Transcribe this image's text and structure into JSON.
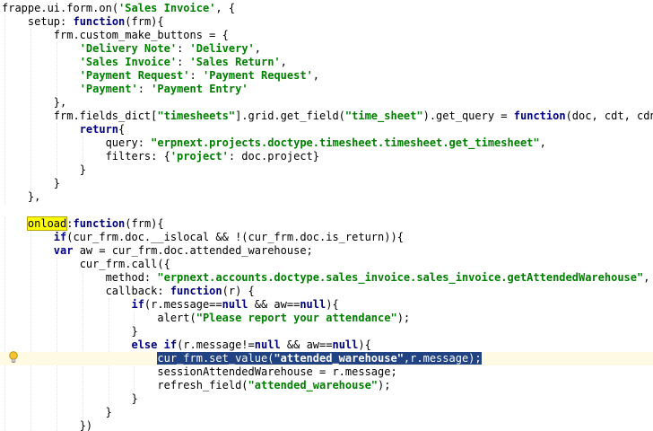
{
  "editor": {
    "indent_unit": 4,
    "current_line": 26,
    "intention_icon": "lightbulb-icon",
    "colors": {
      "keyword": "#000080",
      "string": "#008000",
      "selection": "#214283",
      "search_highlight": "#ffff00",
      "current_line": "#fffae3"
    },
    "lines": [
      {
        "indent": 0,
        "tokens": [
          {
            "t": "frappe.ui.form.on("
          },
          {
            "t": "'Sales Invoice'",
            "k": "str"
          },
          {
            "t": ", {"
          }
        ]
      },
      {
        "indent": 1,
        "tokens": [
          {
            "t": "setup: "
          },
          {
            "t": "function",
            "k": "kw"
          },
          {
            "t": "(frm){"
          }
        ]
      },
      {
        "indent": 2,
        "tokens": [
          {
            "t": "frm.custom_make_buttons = {"
          }
        ]
      },
      {
        "indent": 3,
        "tokens": [
          {
            "t": "'Delivery Note'",
            "k": "str"
          },
          {
            "t": ": "
          },
          {
            "t": "'Delivery'",
            "k": "str"
          },
          {
            "t": ","
          }
        ]
      },
      {
        "indent": 3,
        "tokens": [
          {
            "t": "'Sales Invoice'",
            "k": "str"
          },
          {
            "t": ": "
          },
          {
            "t": "'Sales Return'",
            "k": "str"
          },
          {
            "t": ","
          }
        ]
      },
      {
        "indent": 3,
        "tokens": [
          {
            "t": "'Payment Request'",
            "k": "str"
          },
          {
            "t": ": "
          },
          {
            "t": "'Payment Request'",
            "k": "str"
          },
          {
            "t": ","
          }
        ]
      },
      {
        "indent": 3,
        "tokens": [
          {
            "t": "'Payment'",
            "k": "str"
          },
          {
            "t": ": "
          },
          {
            "t": "'Payment Entry'",
            "k": "str"
          }
        ]
      },
      {
        "indent": 2,
        "tokens": [
          {
            "t": "},"
          }
        ]
      },
      {
        "indent": 2,
        "tokens": [
          {
            "t": "frm.fields_dict["
          },
          {
            "t": "\"timesheets\"",
            "k": "str"
          },
          {
            "t": "].grid.get_field("
          },
          {
            "t": "\"time_sheet\"",
            "k": "str"
          },
          {
            "t": ").get_query = "
          },
          {
            "t": "function",
            "k": "kw"
          },
          {
            "t": "(doc, cdt, cdn){"
          }
        ]
      },
      {
        "indent": 3,
        "tokens": [
          {
            "t": "return",
            "k": "kw"
          },
          {
            "t": "{"
          }
        ]
      },
      {
        "indent": 4,
        "tokens": [
          {
            "t": "query: "
          },
          {
            "t": "\"erpnext.projects.doctype.timesheet.timesheet.get_timesheet\"",
            "k": "str"
          },
          {
            "t": ","
          }
        ]
      },
      {
        "indent": 4,
        "tokens": [
          {
            "t": "filters: {"
          },
          {
            "t": "'project'",
            "k": "str"
          },
          {
            "t": ": doc.project}"
          }
        ]
      },
      {
        "indent": 3,
        "tokens": [
          {
            "t": "}"
          }
        ]
      },
      {
        "indent": 2,
        "tokens": [
          {
            "t": "}"
          }
        ]
      },
      {
        "indent": 1,
        "tokens": [
          {
            "t": "},"
          }
        ]
      },
      {
        "indent": 0,
        "tokens": []
      },
      {
        "indent": 1,
        "tokens": [
          {
            "t": "onload",
            "k": "hl"
          },
          {
            "t": ":"
          },
          {
            "t": "function",
            "k": "kw"
          },
          {
            "t": "(frm){"
          }
        ]
      },
      {
        "indent": 2,
        "tokens": [
          {
            "t": "if",
            "k": "kw"
          },
          {
            "t": "(cur_frm.doc.__islocal && !(cur_frm.doc.is_return)){"
          }
        ]
      },
      {
        "indent": 2,
        "tokens": [
          {
            "t": "var",
            "k": "kw"
          },
          {
            "t": " aw = cur_frm.doc.attended_warehouse;"
          }
        ]
      },
      {
        "indent": 3,
        "tokens": [
          {
            "t": "cur_frm.call({"
          }
        ]
      },
      {
        "indent": 4,
        "tokens": [
          {
            "t": "method: "
          },
          {
            "t": "\"erpnext.accounts.doctype.sales_invoice.sales_invoice.getAttendedWarehouse\"",
            "k": "str"
          },
          {
            "t": ","
          }
        ]
      },
      {
        "indent": 4,
        "tokens": [
          {
            "t": "callback: "
          },
          {
            "t": "function",
            "k": "kw"
          },
          {
            "t": "(r) {"
          }
        ]
      },
      {
        "indent": 5,
        "tokens": [
          {
            "t": "if",
            "k": "kw"
          },
          {
            "t": "(r.message=="
          },
          {
            "t": "null",
            "k": "kw"
          },
          {
            "t": " && aw=="
          },
          {
            "t": "null",
            "k": "kw"
          },
          {
            "t": "){"
          }
        ]
      },
      {
        "indent": 6,
        "tokens": [
          {
            "t": "alert("
          },
          {
            "t": "\"Please report your attendance\"",
            "k": "str"
          },
          {
            "t": ");"
          }
        ]
      },
      {
        "indent": 5,
        "tokens": [
          {
            "t": "}"
          }
        ]
      },
      {
        "indent": 5,
        "tokens": [
          {
            "t": "else",
            "k": "kw"
          },
          {
            "t": " "
          },
          {
            "t": "if",
            "k": "kw"
          },
          {
            "t": "(r.message!="
          },
          {
            "t": "null",
            "k": "kw"
          },
          {
            "t": " && aw=="
          },
          {
            "t": "null",
            "k": "kw"
          },
          {
            "t": "){"
          }
        ]
      },
      {
        "indent": 6,
        "tokens": [
          {
            "t": "cur_frm.set_value(",
            "k": "sel"
          },
          {
            "t": "\"attended_warehouse\"",
            "k": "str sel"
          },
          {
            "t": ",r.message);",
            "k": "sel"
          }
        ]
      },
      {
        "indent": 6,
        "tokens": [
          {
            "t": "sessionAttendedWarehouse = r.message;"
          }
        ]
      },
      {
        "indent": 6,
        "tokens": [
          {
            "t": "refresh_field("
          },
          {
            "t": "\"attended_warehouse\"",
            "k": "str"
          },
          {
            "t": ");"
          }
        ]
      },
      {
        "indent": 5,
        "tokens": [
          {
            "t": "}"
          }
        ]
      },
      {
        "indent": 4,
        "tokens": [
          {
            "t": "}"
          }
        ]
      },
      {
        "indent": 3,
        "tokens": [
          {
            "t": "})"
          }
        ]
      }
    ]
  }
}
